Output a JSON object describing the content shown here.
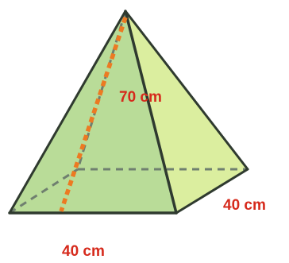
{
  "labels": {
    "slant_height": "70 cm",
    "base_side_right": "40 cm",
    "base_side_bottom": "40 cm"
  },
  "colors": {
    "front_face": "#b9dc98",
    "side_face": "#dbee9f",
    "edge": "#2f3a2f",
    "hidden_edge": "#6f7f6f",
    "height_line": "#ec7a22",
    "label_text": "#d62a1c"
  }
}
